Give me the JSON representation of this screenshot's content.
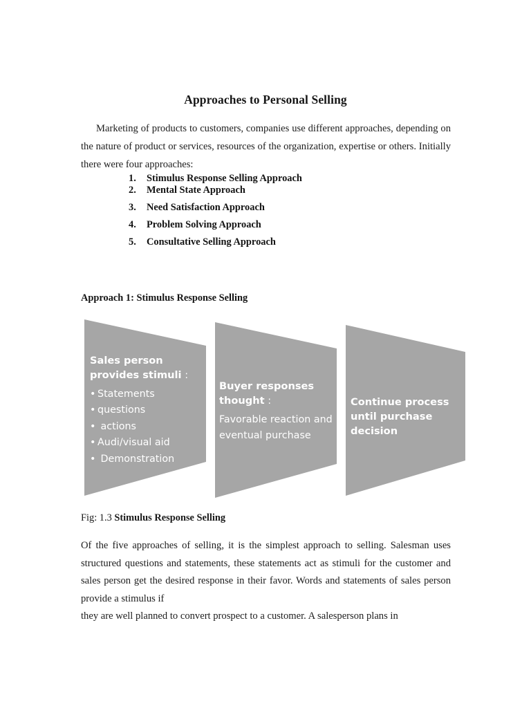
{
  "document": {
    "title": "Approaches to Personal Selling",
    "intro_paragraph": "Marketing of products to customers, companies use different approaches, depending on the nature of product or services, resources of the organization, expertise or others. Initially there were four approaches:",
    "approaches": [
      {
        "number": "1.",
        "label": "Stimulus Response Selling Approach"
      },
      {
        "number": "2.",
        "label": "Mental State Approach"
      },
      {
        "number": "3.",
        "label": "Need Satisfaction Approach"
      },
      {
        "number": "4.",
        "label": "Problem Solving Approach"
      },
      {
        "number": "5.",
        "label": "Consultative Selling Approach"
      }
    ],
    "section_heading": "Approach 1: Stimulus Response Selling",
    "figure": {
      "fill_color": "#a6a6a6",
      "text_color": "#ffffff",
      "caption_prefix": "Fig: 1.3 ",
      "caption_bold": "Stimulus Response Selling",
      "stages": [
        {
          "title_main": "Sales person provides stimuli",
          "title_suffix": " :",
          "bullets": [
            "Statements",
            "questions",
            " actions",
            "Audi/visual aid",
            " Demonstration"
          ]
        },
        {
          "title_main": "Buyer responses thought",
          "title_suffix": " :",
          "body": "Favorable reaction and eventual purchase"
        },
        {
          "title_main": "Continue process until purchase decision",
          "title_suffix": ""
        }
      ]
    },
    "closing_paragraph": "Of the five approaches of selling, it is the simplest approach to selling. Salesman uses structured questions and statements, these statements act as stimuli for the customer and sales person get the desired response in their favor.  Words and statements of sales person provide a  stimulus if",
    "closing_paragraph_last_line": "they are well planned to convert prospect to a customer. A salesperson plans in"
  }
}
